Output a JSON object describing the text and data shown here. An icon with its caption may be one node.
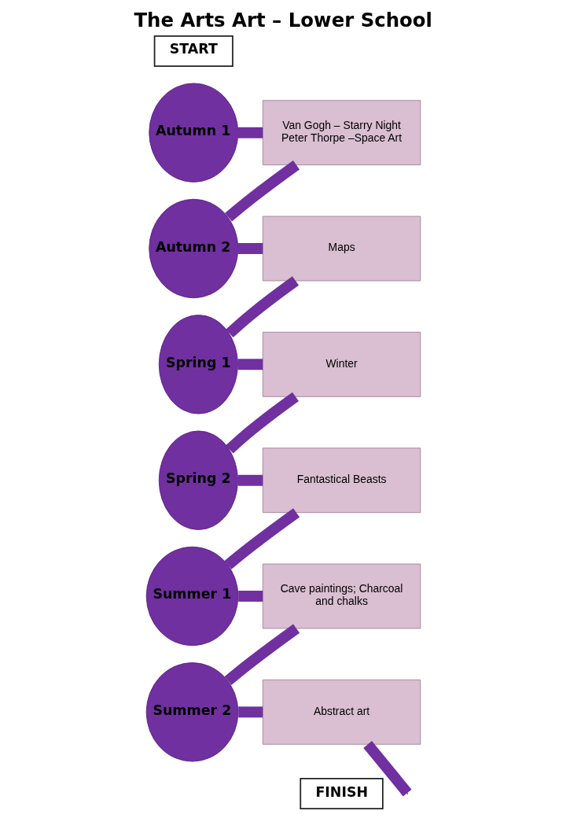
{
  "diagram": {
    "title": "The Arts Art – Lower School",
    "nodes": [
      {
        "text": [
          "START"
        ]
      },
      {
        "text": [
          "Autumn 1"
        ]
      },
      {
        "text": [
          "Van Gogh – Starry Night Peter Thorpe –Space Art"
        ]
      },
      {
        "text": [
          "Autumn 2"
        ]
      },
      {
        "text": [
          "Maps"
        ]
      },
      {
        "text": [
          "Spring 1"
        ]
      },
      {
        "text": [
          "Winter"
        ]
      },
      {
        "text": [
          "Spring 2"
        ]
      },
      {
        "text": [
          "Fantastical Beasts"
        ]
      },
      {
        "text": [
          "Summer 1"
        ]
      },
      {
        "text": [
          "Cave paintings; Charcoal and chalks"
        ]
      },
      {
        "text": [
          "Summer 2"
        ]
      },
      {
        "text": [
          "Abstract art"
        ]
      },
      {
        "text": [
          "FINISH"
        ]
      }
    ],
    "edges": [
      {
        "from": 1,
        "to": 2,
        "arrow": "none",
        "color": "#7030a0"
      },
      {
        "from": 2,
        "to": 3,
        "arrow": "none",
        "color": "#7030a0"
      },
      {
        "from": 3,
        "to": 4,
        "arrow": "none",
        "color": "#7030a0"
      },
      {
        "from": 4,
        "to": 5,
        "arrow": "none",
        "color": "#7030a0"
      },
      {
        "from": 5,
        "to": 6,
        "arrow": "none",
        "color": "#7030a0"
      },
      {
        "from": 6,
        "to": 7,
        "arrow": "none",
        "color": "#7030a0"
      },
      {
        "from": 7,
        "to": 8,
        "arrow": "none",
        "color": "#7030a0"
      },
      {
        "from": 8,
        "to": 9,
        "arrow": "none",
        "color": "#7030a0"
      },
      {
        "from": 9,
        "to": 10,
        "arrow": "none",
        "color": "#7030a0"
      },
      {
        "from": 10,
        "to": 11,
        "arrow": "none",
        "color": "#7030a0"
      },
      {
        "from": 11,
        "to": 12,
        "arrow": "none",
        "color": "#7030a0"
      },
      {
        "from": 12,
        "to": null,
        "arrow": "none",
        "color": "#7030a0"
      }
    ]
  }
}
